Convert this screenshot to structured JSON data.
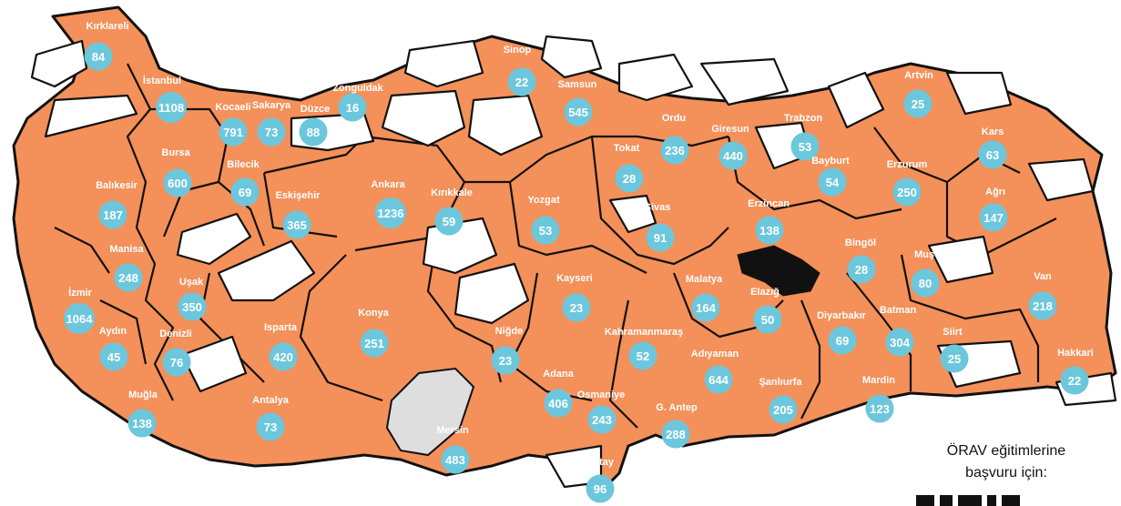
{
  "colors": {
    "province_fill": "#f49059",
    "badge_fill": "#6cc7dc",
    "empty_fill": "#ffffff",
    "lake_fill": "#111111",
    "salt_lake_fill": "#dedede",
    "border": "#111111",
    "label": "#ffffff"
  },
  "provinces": [
    {
      "name": "Kırklareli",
      "count": 84
    },
    {
      "name": "İstanbul",
      "count": 1108
    },
    {
      "name": "Kocaeli",
      "count": 791
    },
    {
      "name": "Sakarya",
      "count": 73
    },
    {
      "name": "Düzce",
      "count": 88
    },
    {
      "name": "Zonguldak",
      "count": 16
    },
    {
      "name": "Sinop",
      "count": 22
    },
    {
      "name": "Samsun",
      "count": 545
    },
    {
      "name": "Ordu",
      "count": 236
    },
    {
      "name": "Giresun",
      "count": 440
    },
    {
      "name": "Trabzon",
      "count": 53
    },
    {
      "name": "Artvin",
      "count": 25
    },
    {
      "name": "Kars",
      "count": 63
    },
    {
      "name": "Bayburt",
      "count": 54
    },
    {
      "name": "Erzurum",
      "count": 250
    },
    {
      "name": "Ağrı",
      "count": 147
    },
    {
      "name": "Tokat",
      "count": 28
    },
    {
      "name": "Bursa",
      "count": 600
    },
    {
      "name": "Bilecik",
      "count": 69
    },
    {
      "name": "Balıkesir",
      "count": 187
    },
    {
      "name": "Eskişehir",
      "count": 365
    },
    {
      "name": "Ankara",
      "count": 1236
    },
    {
      "name": "Kırıkkale",
      "count": 59
    },
    {
      "name": "Yozgat",
      "count": 53
    },
    {
      "name": "Sivas",
      "count": 91
    },
    {
      "name": "Erzincan",
      "count": 138
    },
    {
      "name": "Manisa",
      "count": 248
    },
    {
      "name": "Uşak",
      "count": 350
    },
    {
      "name": "İzmir",
      "count": 1064
    },
    {
      "name": "Aydın",
      "count": 45
    },
    {
      "name": "Denizli",
      "count": 76
    },
    {
      "name": "Isparta",
      "count": 420
    },
    {
      "name": "Konya",
      "count": 251
    },
    {
      "name": "Kayseri",
      "count": 23
    },
    {
      "name": "Niğde",
      "count": 23
    },
    {
      "name": "Malatya",
      "count": 164
    },
    {
      "name": "Elazığ",
      "count": 50
    },
    {
      "name": "Bingöl",
      "count": 28
    },
    {
      "name": "Muş",
      "count": 80
    },
    {
      "name": "Van",
      "count": 218
    },
    {
      "name": "Diyarbakır",
      "count": 69
    },
    {
      "name": "Batman",
      "count": 304
    },
    {
      "name": "Siirt",
      "count": 25
    },
    {
      "name": "Hakkari",
      "count": 22
    },
    {
      "name": "Kahramanmaraş",
      "count": 52
    },
    {
      "name": "Adıyaman",
      "count": 644
    },
    {
      "name": "Şanlıurfa",
      "count": 205
    },
    {
      "name": "Mardin",
      "count": 123
    },
    {
      "name": "Muğla",
      "count": 138
    },
    {
      "name": "Antalya",
      "count": 73
    },
    {
      "name": "Adana",
      "count": 406
    },
    {
      "name": "Osmaniye",
      "count": 243
    },
    {
      "name": "G. Antep",
      "count": 288
    },
    {
      "name": "Mersin",
      "count": 483
    },
    {
      "name": "Hatay",
      "count": 96
    }
  ],
  "cta": {
    "line1": "ÖRAV eğitimlerine",
    "line2": "başvuru için:"
  }
}
